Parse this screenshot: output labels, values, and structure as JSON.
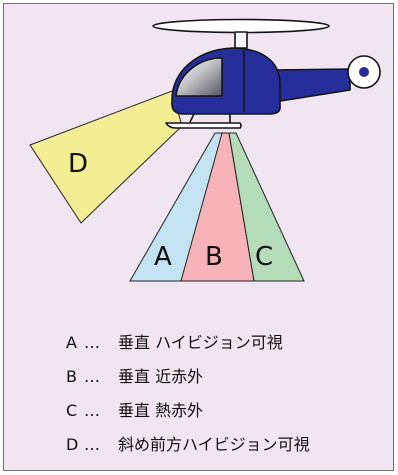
{
  "diagram": {
    "beams": [
      {
        "id": "A",
        "label": "A",
        "color": "#c3e3f3"
      },
      {
        "id": "B",
        "label": "B",
        "color": "#f7b3b8"
      },
      {
        "id": "C",
        "label": "C",
        "color": "#b4dcb8"
      },
      {
        "id": "D",
        "label": "D",
        "color": "#f3ed94"
      }
    ],
    "helicopter_body_color": "#262e9c"
  },
  "legend": {
    "separator": "…",
    "items": [
      {
        "letter": "A",
        "text": "垂直 ハイビジョン可視"
      },
      {
        "letter": "B",
        "text": "垂直 近赤外"
      },
      {
        "letter": "C",
        "text": "垂直 熱赤外"
      },
      {
        "letter": "D",
        "text": "斜め前方ハイビジョン可視"
      }
    ]
  }
}
